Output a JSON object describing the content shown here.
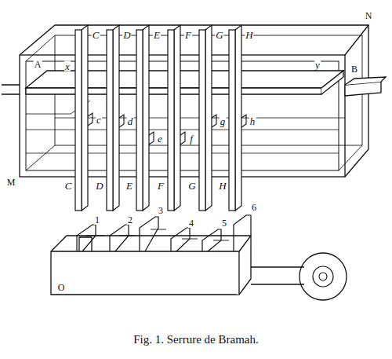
{
  "diagram": {
    "caption": "Fig. 1. Serrure de Bramah.",
    "labels": [
      "C",
      "D",
      "E",
      "F",
      "G",
      "H",
      "N",
      "A",
      "x",
      "y",
      "B",
      "c",
      "d",
      "e",
      "f",
      "g",
      "h",
      "C",
      "D",
      "E",
      "F",
      "G",
      "H",
      "M",
      "1",
      "2",
      "3",
      "4",
      "5",
      "6",
      "O"
    ]
  }
}
